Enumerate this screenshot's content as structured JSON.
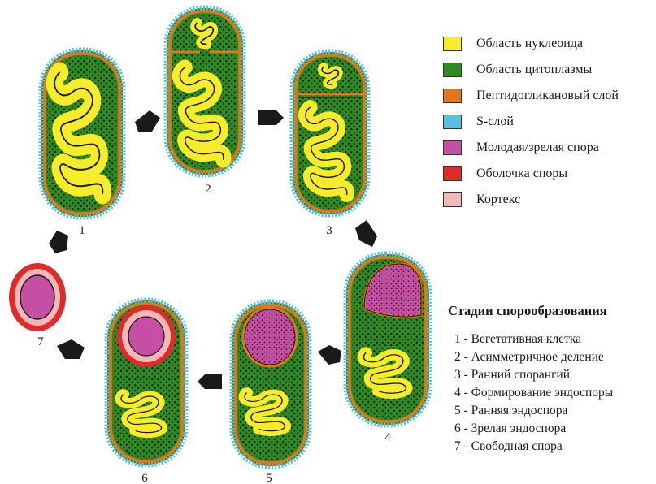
{
  "colors": {
    "nucleoid": "#f7ec2a",
    "cytoplasm": "#2f8a23",
    "peptidoglycan": "#e2761d",
    "s_layer": "#58bfdc",
    "spore": "#c44fa4",
    "spore_coat": "#e02b2b",
    "cortex": "#f5b8b8",
    "arrow": "#1a1a1a"
  },
  "legend": [
    {
      "label": "Область нуклеоида",
      "color": "#f7ec2a",
      "icon": "nucleoid-swatch"
    },
    {
      "label": "Область цитоплазмы",
      "color": "#2f8a23",
      "icon": "cytoplasm-swatch"
    },
    {
      "label": "Пептидогликановый слой",
      "color": "#e2761d",
      "icon": "peptidoglycan-swatch"
    },
    {
      "label": "S-слой",
      "color": "#58bfdc",
      "icon": "s-layer-swatch"
    },
    {
      "label": "Молодая/зрелая спора",
      "color": "#c44fa4",
      "icon": "spore-swatch"
    },
    {
      "label": "Оболочка споры",
      "color": "#e02b2b",
      "icon": "spore-coat-swatch"
    },
    {
      "label": "Кортекс",
      "color": "#f5b8b8",
      "icon": "cortex-swatch"
    }
  ],
  "stages": {
    "title": "Стадии спорообразования",
    "items": [
      "1 - Вегетативная клетка",
      "2 - Асимметричное деление",
      "3 - Ранний спорангий",
      "4 - Формирование эндоспоры",
      "5 - Ранняя эндоспора",
      "6 - Зрелая эндоспора",
      "7 - Свободная спора"
    ]
  },
  "diagram": {
    "stage_numbers": [
      "1",
      "2",
      "3",
      "4",
      "5",
      "6",
      "7"
    ]
  }
}
